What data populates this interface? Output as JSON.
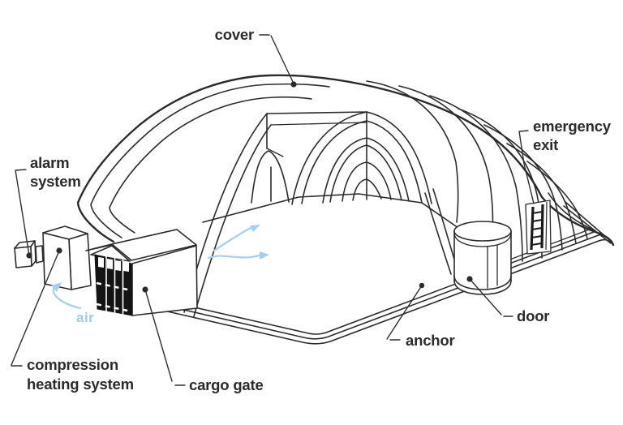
{
  "labels": {
    "cover": "cover",
    "emergency_exit": {
      "line1": "emergency",
      "line2": "exit"
    },
    "alarm_system": {
      "line1": "alarm",
      "line2": "system"
    },
    "compression_heating": {
      "line1": "compression",
      "line2": "heating system"
    },
    "cargo_gate": "cargo gate",
    "anchor": "anchor",
    "door": "door",
    "air": "air"
  },
  "colors": {
    "line": "#2b2b2b",
    "label_text": "#2b2b2b",
    "airflow_blue": "#a6cfee",
    "air_text_blue": "#9fc9ea",
    "gate_panel_black": "#141414",
    "background": "#ffffff"
  }
}
